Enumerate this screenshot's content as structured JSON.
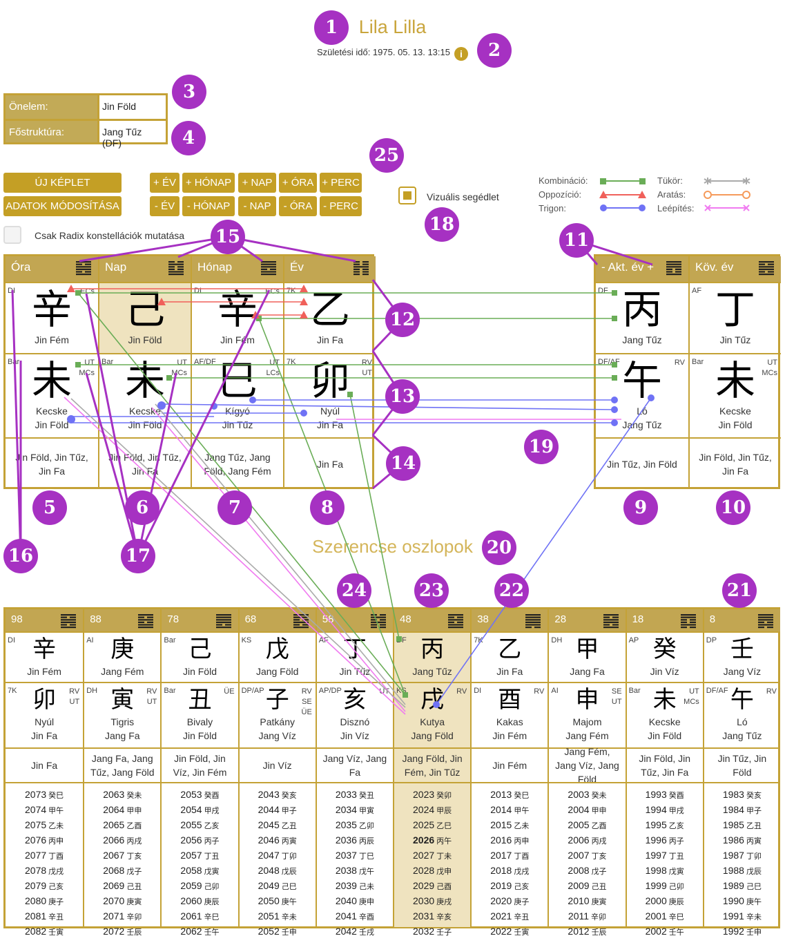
{
  "header": {
    "name": "Lila Lilla",
    "birth": "Születési idő: 1975. 05. 13. 13:15",
    "info_icon": "i"
  },
  "info": {
    "rows": [
      {
        "label": "Önelem:",
        "value": "Jin Föld"
      },
      {
        "label": "Főstruktúra:",
        "value": "Jang Tűz (DF)"
      }
    ]
  },
  "buttons": {
    "new": "ÚJ KÉPLET",
    "edit": "ADATOK MÓDOSÍTÁSA",
    "plus": [
      "+ ÉV",
      "+ HÓNAP",
      "+ NAP",
      "+ ÓRA",
      "+ PERC"
    ],
    "minus": [
      "- ÉV",
      "- HÓNAP",
      "- NAP",
      "- ÓRA",
      "- PERC"
    ]
  },
  "visual_aid": {
    "label": "Vizuális segédlet",
    "checked": true
  },
  "radix_only": {
    "label": "Csak Radix konstellációk mutatása",
    "checked": false
  },
  "legend": [
    {
      "label": "Kombináció:",
      "color": "#6aad57",
      "marker": "square"
    },
    {
      "label": "Oppozíció:",
      "color": "#f0605a",
      "marker": "triangle"
    },
    {
      "label": "Trigon:",
      "color": "#6f72f5",
      "marker": "circle"
    },
    {
      "label": "Tükör:",
      "color": "#aaaaaa",
      "marker": "asterisk"
    },
    {
      "label": "Aratás:",
      "color": "#f59a5a",
      "marker": "crossed-circle"
    },
    {
      "label": "Leépítés:",
      "color": "#f07af0",
      "marker": "x"
    }
  ],
  "natal": [
    {
      "header": "Óra",
      "hex": "101101",
      "stem": {
        "char": "辛",
        "tag": "DI",
        "tag_r": [
          "ECs"
        ],
        "el": "Jin Fém"
      },
      "branch": {
        "char": "未",
        "tag": "Bar",
        "tag_r": [
          "UT",
          "MCs"
        ],
        "animal": "Kecske",
        "el": "Jin Föld"
      },
      "hidden": "Jin Föld, Jin Tűz, Jin Fa"
    },
    {
      "header": "Nap",
      "hex": "010011",
      "stem": {
        "char": "己",
        "tag": "",
        "tag_r": [],
        "el": "Jin Föld"
      },
      "branch": {
        "char": "未",
        "tag": "Bar",
        "tag_r": [
          "UT",
          "MCs"
        ],
        "animal": "Kecske",
        "el": "Jin Föld"
      },
      "hidden": "Jin Föld, Jin Tűz, Jin Fa"
    },
    {
      "header": "Hónap",
      "hex": "111011",
      "stem": {
        "char": "辛",
        "tag": "DI",
        "tag_r": [
          "ECs"
        ],
        "el": "Jin Fém"
      },
      "branch": {
        "char": "巳",
        "tag": "AF/DF",
        "tag_r": [
          "UT",
          "LCs"
        ],
        "animal": "Kígyó",
        "el": "Jin Tűz"
      },
      "hidden": "Jang Tűz, Jang Föld, Jang Fém"
    },
    {
      "header": "Év",
      "hex": "001000",
      "stem": {
        "char": "乙",
        "tag": "7K",
        "tag_r": [],
        "el": "Jin Fa"
      },
      "branch": {
        "char": "卯",
        "tag": "7K",
        "tag_r": [
          "RV",
          "UT"
        ],
        "animal": "Nyúl",
        "el": "Jin Fa"
      },
      "hidden": "Jin Fa"
    }
  ],
  "current": [
    {
      "header": "- Akt. év +",
      "hex": "111001",
      "stem": {
        "char": "丙",
        "tag": "DF",
        "tag_r": [],
        "el": "Jang Tűz"
      },
      "branch": {
        "char": "午",
        "tag": "DF/AF",
        "tag_r": [
          "RV"
        ],
        "animal": "Ló",
        "el": "Jang Tűz"
      },
      "hidden": "Jin Tűz, Jin Föld"
    },
    {
      "header": "Köv. év",
      "hex": "101101",
      "stem": {
        "char": "丁",
        "tag": "AF",
        "tag_r": [],
        "el": "Jin Tűz"
      },
      "branch": {
        "char": "未",
        "tag": "Bar",
        "tag_r": [
          "UT",
          "MCs"
        ],
        "animal": "Kecske",
        "el": "Jin Föld"
      },
      "hidden": "Jin Föld, Jin Tűz, Jin Fa"
    }
  ],
  "luck_title": "Szerencse oszlopok",
  "luck": [
    {
      "header": "98",
      "hex": "101101",
      "stem": {
        "char": "辛",
        "tag": "DI",
        "tag_r": [],
        "el": "Jin Fém"
      },
      "branch": {
        "char": "卯",
        "tag": "7K",
        "tag_r": [
          "RV",
          "UT"
        ],
        "animal": "Nyúl",
        "el": "Jin Fa"
      },
      "hidden": "Jin Fa",
      "years": [
        [
          "2073",
          "癸巳"
        ],
        [
          "2074",
          "甲午"
        ],
        [
          "2075",
          "乙未"
        ],
        [
          "2076",
          "丙申"
        ],
        [
          "2077",
          "丁酉"
        ],
        [
          "2078",
          "戊戌"
        ],
        [
          "2079",
          "己亥"
        ],
        [
          "2080",
          "庚子"
        ],
        [
          "2081",
          "辛丑"
        ],
        [
          "2082",
          "壬寅"
        ]
      ]
    },
    {
      "header": "88",
      "hex": "101011",
      "stem": {
        "char": "庚",
        "tag": "AI",
        "tag_r": [],
        "el": "Jang Fém"
      },
      "branch": {
        "char": "寅",
        "tag": "DH",
        "tag_r": [
          "RV",
          "UT"
        ],
        "animal": "Tigris",
        "el": "Jang Fa"
      },
      "hidden": "Jang Fa, Jang Tűz, Jang Föld",
      "years": [
        [
          "2063",
          "癸未"
        ],
        [
          "2064",
          "甲申"
        ],
        [
          "2065",
          "乙酉"
        ],
        [
          "2066",
          "丙戌"
        ],
        [
          "2067",
          "丁亥"
        ],
        [
          "2068",
          "戊子"
        ],
        [
          "2069",
          "己丑"
        ],
        [
          "2070",
          "庚寅"
        ],
        [
          "2071",
          "辛卯"
        ],
        [
          "2072",
          "壬辰"
        ]
      ]
    },
    {
      "header": "78",
      "hex": "111101",
      "stem": {
        "char": "己",
        "tag": "Bar",
        "tag_r": [],
        "el": "Jin Föld"
      },
      "branch": {
        "char": "丑",
        "tag": "Bar",
        "tag_r": [
          "ÜE"
        ],
        "animal": "Bivaly",
        "el": "Jin Föld"
      },
      "hidden": "Jin Föld, Jin Víz, Jin Fém",
      "years": [
        [
          "2053",
          "癸酉"
        ],
        [
          "2054",
          "甲戌"
        ],
        [
          "2055",
          "乙亥"
        ],
        [
          "2056",
          "丙子"
        ],
        [
          "2057",
          "丁丑"
        ],
        [
          "2058",
          "戊寅"
        ],
        [
          "2059",
          "己卯"
        ],
        [
          "2060",
          "庚辰"
        ],
        [
          "2061",
          "辛巳"
        ],
        [
          "2062",
          "壬午"
        ]
      ]
    },
    {
      "header": "68",
      "hex": "110101",
      "stem": {
        "char": "戊",
        "tag": "KS",
        "tag_r": [],
        "el": "Jang Föld"
      },
      "branch": {
        "char": "子",
        "tag": "DP/AP",
        "tag_r": [
          "RV",
          "SE",
          "ÜE"
        ],
        "animal": "Patkány",
        "el": "Jang Víz"
      },
      "hidden": "Jin Víz",
      "years": [
        [
          "2043",
          "癸亥"
        ],
        [
          "2044",
          "甲子"
        ],
        [
          "2045",
          "乙丑"
        ],
        [
          "2046",
          "丙寅"
        ],
        [
          "2047",
          "丁卯"
        ],
        [
          "2048",
          "戊辰"
        ],
        [
          "2049",
          "己巳"
        ],
        [
          "2050",
          "庚午"
        ],
        [
          "2051",
          "辛未"
        ],
        [
          "2052",
          "壬申"
        ]
      ]
    },
    {
      "header": "58",
      "hex": "010100",
      "stem": {
        "char": "丁",
        "tag": "AF",
        "tag_r": [],
        "el": "Jin Tűz"
      },
      "branch": {
        "char": "亥",
        "tag": "AP/DP",
        "tag_r": [
          "UT"
        ],
        "animal": "Disznó",
        "el": "Jin Víz"
      },
      "hidden": "Jang Víz, Jang Fa",
      "years": [
        [
          "2033",
          "癸丑"
        ],
        [
          "2034",
          "甲寅"
        ],
        [
          "2035",
          "乙卯"
        ],
        [
          "2036",
          "丙辰"
        ],
        [
          "2037",
          "丁巳"
        ],
        [
          "2038",
          "戊午"
        ],
        [
          "2039",
          "己未"
        ],
        [
          "2040",
          "庚申"
        ],
        [
          "2041",
          "辛酉"
        ],
        [
          "2042",
          "壬戌"
        ]
      ]
    },
    {
      "header": "48",
      "hex": "101011",
      "stem": {
        "char": "丙",
        "tag": "DF",
        "tag_r": [],
        "el": "Jang Tűz"
      },
      "branch": {
        "char": "戌",
        "tag": "KS",
        "tag_r": [
          "RV"
        ],
        "animal": "Kutya",
        "el": "Jang Föld"
      },
      "hidden": "Jang Föld, Jin Fém, Jin Tűz",
      "highlight": true,
      "current_year": "2026",
      "years": [
        [
          "2023",
          "癸卯"
        ],
        [
          "2024",
          "甲辰"
        ],
        [
          "2025",
          "乙巳"
        ],
        [
          "2026",
          "丙午"
        ],
        [
          "2027",
          "丁未"
        ],
        [
          "2028",
          "戊申"
        ],
        [
          "2029",
          "己酉"
        ],
        [
          "2030",
          "庚戌"
        ],
        [
          "2031",
          "辛亥"
        ],
        [
          "2032",
          "壬子"
        ]
      ]
    },
    {
      "header": "38",
      "hex": "111110",
      "stem": {
        "char": "乙",
        "tag": "7K",
        "tag_r": [],
        "el": "Jin Fa"
      },
      "branch": {
        "char": "酉",
        "tag": "DI",
        "tag_r": [
          "RV"
        ],
        "animal": "Kakas",
        "el": "Jin Fém"
      },
      "hidden": "Jin Fém",
      "years": [
        [
          "2013",
          "癸巳"
        ],
        [
          "2014",
          "甲午"
        ],
        [
          "2015",
          "乙未"
        ],
        [
          "2016",
          "丙申"
        ],
        [
          "2017",
          "丁酉"
        ],
        [
          "2018",
          "戊戌"
        ],
        [
          "2019",
          "己亥"
        ],
        [
          "2020",
          "庚子"
        ],
        [
          "2021",
          "辛丑"
        ],
        [
          "2022",
          "壬寅"
        ]
      ]
    },
    {
      "header": "28",
      "hex": "101101",
      "stem": {
        "char": "甲",
        "tag": "DH",
        "tag_r": [],
        "el": "Jang Fa"
      },
      "branch": {
        "char": "申",
        "tag": "AI",
        "tag_r": [
          "SE",
          "UT"
        ],
        "animal": "Majom",
        "el": "Jang Fém"
      },
      "hidden": "Jang Fém, Jang Víz, Jang Föld",
      "years": [
        [
          "2003",
          "癸未"
        ],
        [
          "2004",
          "甲申"
        ],
        [
          "2005",
          "乙酉"
        ],
        [
          "2006",
          "丙戌"
        ],
        [
          "2007",
          "丁亥"
        ],
        [
          "2008",
          "戊子"
        ],
        [
          "2009",
          "己丑"
        ],
        [
          "2010",
          "庚寅"
        ],
        [
          "2011",
          "辛卯"
        ],
        [
          "2012",
          "壬辰"
        ]
      ]
    },
    {
      "header": "18",
      "hex": "110010",
      "stem": {
        "char": "癸",
        "tag": "AP",
        "tag_r": [],
        "el": "Jin Víz"
      },
      "branch": {
        "char": "未",
        "tag": "Bar",
        "tag_r": [
          "UT",
          "MCs"
        ],
        "animal": "Kecske",
        "el": "Jin Föld"
      },
      "hidden": "Jin Föld, Jin Tűz, Jin Fa",
      "years": [
        [
          "1993",
          "癸酉"
        ],
        [
          "1994",
          "甲戌"
        ],
        [
          "1995",
          "乙亥"
        ],
        [
          "1996",
          "丙子"
        ],
        [
          "1997",
          "丁丑"
        ],
        [
          "1998",
          "戊寅"
        ],
        [
          "1999",
          "己卯"
        ],
        [
          "2000",
          "庚辰"
        ],
        [
          "2001",
          "辛巳"
        ],
        [
          "2002",
          "壬午"
        ]
      ]
    },
    {
      "header": "8",
      "hex": "111010",
      "stem": {
        "char": "壬",
        "tag": "DP",
        "tag_r": [],
        "el": "Jang Víz"
      },
      "branch": {
        "char": "午",
        "tag": "DF/AF",
        "tag_r": [
          "RV"
        ],
        "animal": "Ló",
        "el": "Jang Tűz"
      },
      "hidden": "Jin Tűz, Jin Föld",
      "years": [
        [
          "1983",
          "癸亥"
        ],
        [
          "1984",
          "甲子"
        ],
        [
          "1985",
          "乙丑"
        ],
        [
          "1986",
          "丙寅"
        ],
        [
          "1987",
          "丁卯"
        ],
        [
          "1988",
          "戊辰"
        ],
        [
          "1989",
          "己巳"
        ],
        [
          "1990",
          "庚午"
        ],
        [
          "1991",
          "辛未"
        ],
        [
          "1992",
          "壬申"
        ]
      ]
    }
  ],
  "annotations": [
    "1",
    "2",
    "3",
    "4",
    "5",
    "6",
    "7",
    "8",
    "9",
    "10",
    "11",
    "12",
    "13",
    "14",
    "15",
    "16",
    "17",
    "18",
    "19",
    "20",
    "21",
    "22",
    "23",
    "24",
    "25"
  ],
  "colors": {
    "gold": "#c49f25",
    "header_gold": "#c2a652",
    "highlight": "#efe3bf",
    "annotation": "#a631c2"
  }
}
